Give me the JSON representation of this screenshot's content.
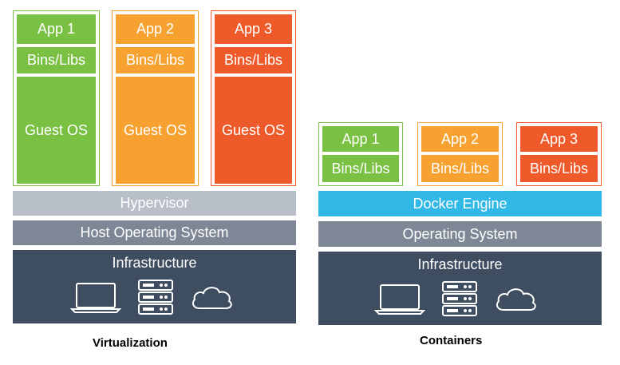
{
  "virtualization": {
    "columns": [
      {
        "app": "App 1",
        "bins": "Bins/Libs",
        "guest": "Guest OS",
        "color": "#7ac143"
      },
      {
        "app": "App 2",
        "bins": "Bins/Libs",
        "guest": "Guest OS",
        "color": "#f7a131"
      },
      {
        "app": "App 3",
        "bins": "Bins/Libs",
        "guest": "Guest OS",
        "color": "#ee5a2a"
      }
    ],
    "hypervisor": "Hypervisor",
    "host_os": "Host Operating System",
    "infrastructure": "Infrastructure",
    "caption": "Virtualization"
  },
  "containers": {
    "columns": [
      {
        "app": "App 1",
        "bins": "Bins/Libs",
        "color": "#7ac143"
      },
      {
        "app": "App 2",
        "bins": "Bins/Libs",
        "color": "#f7a131"
      },
      {
        "app": "App 3",
        "bins": "Bins/Libs",
        "color": "#ee5a2a"
      }
    ],
    "docker_engine": "Docker Engine",
    "os": "Operating System",
    "infrastructure": "Infrastructure",
    "caption": "Containers"
  },
  "icons": [
    "laptop-icon",
    "server-icon",
    "cloud-icon"
  ],
  "colors": {
    "hypervisor": "#b9bfc8",
    "os": "#7e8795",
    "infrastructure": "#3f4d60",
    "docker": "#32b8e6"
  }
}
